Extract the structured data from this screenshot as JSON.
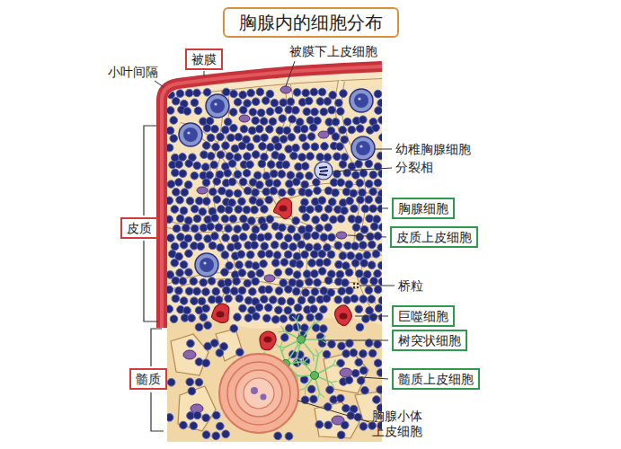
{
  "diagram": {
    "title": "胸腺内的细胞分布",
    "nodes": [
      {
        "text": [
          "被膜"
        ]
      },
      {
        "text": [
          "胸腺细胞"
        ]
      },
      {
        "text": [
          "皮质"
        ]
      },
      {
        "text": [
          "皮质上皮细胞"
        ]
      },
      {
        "text": [
          "巨噬细胞"
        ]
      },
      {
        "text": [
          "树突状细胞"
        ]
      },
      {
        "text": [
          "髓质"
        ]
      },
      {
        "text": [
          "髓质上皮细胞"
        ]
      }
    ],
    "labels": [
      "小叶间隔",
      "被膜下上皮细胞",
      "幼稚胸腺细胞",
      "分裂相",
      "桥粒",
      "胸腺小体 上皮细胞"
    ]
  }
}
